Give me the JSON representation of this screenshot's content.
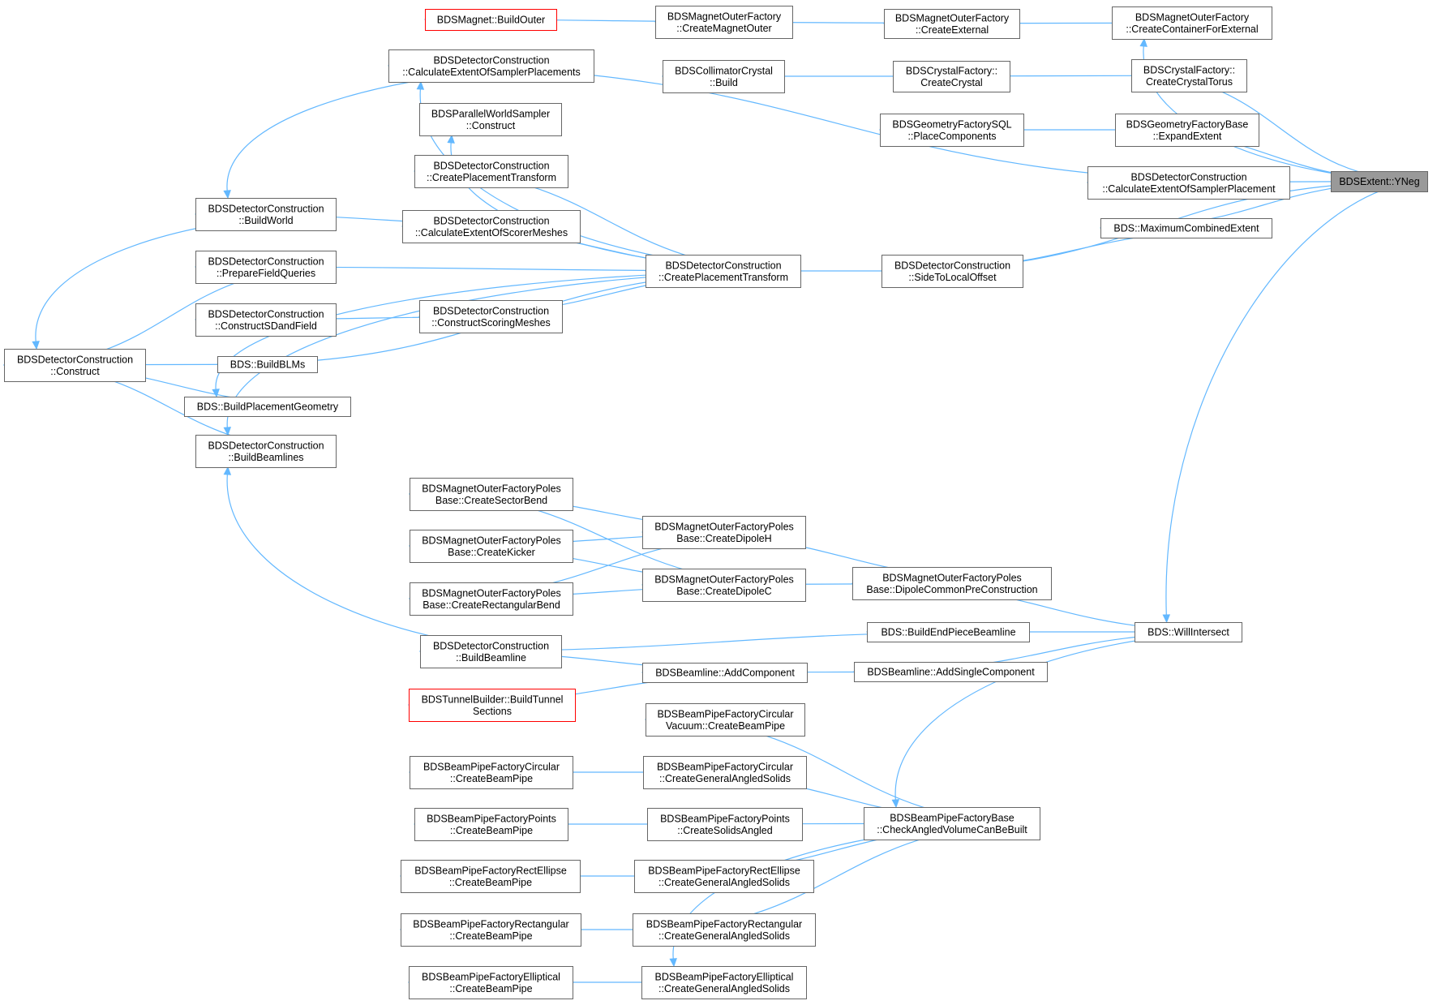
{
  "title": "",
  "colors": {
    "edge": "#63b8ff",
    "node_border": "#666666",
    "focus_fill": "#999999",
    "external_border": "#ff0000"
  },
  "nodes": {
    "yneg": {
      "lines": [
        "BDSExtent::YNeg"
      ],
      "style": "focus"
    },
    "containerExt": {
      "lines": [
        "BDSMagnetOuterFactory",
        "::CreateContainerForExternal"
      ]
    },
    "createExternal": {
      "lines": [
        "BDSMagnetOuterFactory",
        "::CreateExternal"
      ]
    },
    "createMagnetOuter": {
      "lines": [
        "BDSMagnetOuterFactory",
        "::CreateMagnetOuter"
      ]
    },
    "buildOuter": {
      "lines": [
        "BDSMagnet::BuildOuter"
      ],
      "style": "red"
    },
    "crystalTorus": {
      "lines": [
        "BDSCrystalFactory::",
        "CreateCrystalTorus"
      ]
    },
    "createCrystal": {
      "lines": [
        "BDSCrystalFactory::",
        "CreateCrystal"
      ]
    },
    "collimatorCrystal": {
      "lines": [
        "BDSCollimatorCrystal",
        "::Build"
      ]
    },
    "expandExtent": {
      "lines": [
        "BDSGeometryFactoryBase",
        "::ExpandExtent"
      ]
    },
    "placeComponents": {
      "lines": [
        "BDSGeometryFactorySQL",
        "::PlaceComponents"
      ]
    },
    "calcSamplerPlacement": {
      "lines": [
        "BDSDetectorConstruction",
        "::CalculateExtentOfSamplerPlacement"
      ]
    },
    "calcSamplerPlacements": {
      "lines": [
        "BDSDetectorConstruction",
        "::CalculateExtentOfSamplerPlacements"
      ]
    },
    "maxCombined": {
      "lines": [
        "BDS::MaximumCombinedExtent"
      ]
    },
    "sideToLocal": {
      "lines": [
        "BDSDetectorConstruction",
        "::SideToLocalOffset"
      ]
    },
    "createPlacementMain": {
      "lines": [
        "BDSDetectorConstruction",
        "::CreatePlacementTransform"
      ]
    },
    "parallelSampler": {
      "lines": [
        "BDSParallelWorldSampler",
        "::Construct"
      ]
    },
    "createPlacementSmall": {
      "lines": [
        "BDSDetectorConstruction",
        "::CreatePlacementTransform"
      ]
    },
    "scorerMeshes": {
      "lines": [
        "BDSDetectorConstruction",
        "::CalculateExtentOfScorerMeshes"
      ]
    },
    "constructScoring": {
      "lines": [
        "BDSDetectorConstruction",
        "::ConstructScoringMeshes"
      ]
    },
    "buildWorld": {
      "lines": [
        "BDSDetectorConstruction",
        "::BuildWorld"
      ]
    },
    "prepareField": {
      "lines": [
        "BDSDetectorConstruction",
        "::PrepareFieldQueries"
      ]
    },
    "constructSD": {
      "lines": [
        "BDSDetectorConstruction",
        "::ConstructSDandField"
      ]
    },
    "construct": {
      "lines": [
        "BDSDetectorConstruction",
        "::Construct"
      ]
    },
    "buildBLMs": {
      "lines": [
        "BDS::BuildBLMs"
      ]
    },
    "buildPlacementGeom": {
      "lines": [
        "BDS::BuildPlacementGeometry"
      ]
    },
    "buildBeamlines": {
      "lines": [
        "BDSDetectorConstruction",
        "::BuildBeamlines"
      ]
    },
    "willIntersect": {
      "lines": [
        "BDS::WillIntersect"
      ]
    },
    "dipoleCommon": {
      "lines": [
        "BDSMagnetOuterFactoryPoles",
        "Base::DipoleCommonPreConstruction"
      ]
    },
    "dipoleH": {
      "lines": [
        "BDSMagnetOuterFactoryPoles",
        "Base::CreateDipoleH"
      ]
    },
    "dipoleC": {
      "lines": [
        "BDSMagnetOuterFactoryPoles",
        "Base::CreateDipoleC"
      ]
    },
    "sectorBend": {
      "lines": [
        "BDSMagnetOuterFactoryPoles",
        "Base::CreateSectorBend"
      ]
    },
    "kicker": {
      "lines": [
        "BDSMagnetOuterFactoryPoles",
        "Base::CreateKicker"
      ]
    },
    "rectBend": {
      "lines": [
        "BDSMagnetOuterFactoryPoles",
        "Base::CreateRectangularBend"
      ]
    },
    "buildEndPiece": {
      "lines": [
        "BDS::BuildEndPieceBeamline"
      ]
    },
    "addSingle": {
      "lines": [
        "BDSBeamline::AddSingleComponent"
      ]
    },
    "addComponent": {
      "lines": [
        "BDSBeamline::AddComponent"
      ]
    },
    "buildBeamline": {
      "lines": [
        "BDSDetectorConstruction",
        "::BuildBeamline"
      ]
    },
    "tunnelSections": {
      "lines": [
        "BDSTunnelBuilder::BuildTunnel",
        "Sections"
      ],
      "style": "red"
    },
    "checkAngled": {
      "lines": [
        "BDSBeamPipeFactoryBase",
        "::CheckAngledVolumeCanBeBuilt"
      ]
    },
    "circVacuum": {
      "lines": [
        "BDSBeamPipeFactoryCircular",
        "Vacuum::CreateBeamPipe"
      ]
    },
    "circGeneral": {
      "lines": [
        "BDSBeamPipeFactoryCircular",
        "::CreateGeneralAngledSolids"
      ]
    },
    "circPipe": {
      "lines": [
        "BDSBeamPipeFactoryCircular",
        "::CreateBeamPipe"
      ]
    },
    "pointsAngled": {
      "lines": [
        "BDSBeamPipeFactoryPoints",
        "::CreateSolidsAngled"
      ]
    },
    "pointsPipe": {
      "lines": [
        "BDSBeamPipeFactoryPoints",
        "::CreateBeamPipe"
      ]
    },
    "rectEllGeneral": {
      "lines": [
        "BDSBeamPipeFactoryRectEllipse",
        "::CreateGeneralAngledSolids"
      ]
    },
    "rectEllPipe": {
      "lines": [
        "BDSBeamPipeFactoryRectEllipse",
        "::CreateBeamPipe"
      ]
    },
    "rectGeneral": {
      "lines": [
        "BDSBeamPipeFactoryRectangular",
        "::CreateGeneralAngledSolids"
      ]
    },
    "rectPipe": {
      "lines": [
        "BDSBeamPipeFactoryRectangular",
        "::CreateBeamPipe"
      ]
    },
    "ellGeneral": {
      "lines": [
        "BDSBeamPipeFactoryElliptical",
        "::CreateGeneralAngledSolids"
      ]
    },
    "ellPipe": {
      "lines": [
        "BDSBeamPipeFactoryElliptical",
        "::CreateBeamPipe"
      ]
    }
  },
  "edges": [
    [
      "buildOuter",
      "createMagnetOuter"
    ],
    [
      "createMagnetOuter",
      "createExternal"
    ],
    [
      "createExternal",
      "containerExt"
    ],
    [
      "containerExt",
      "yneg"
    ],
    [
      "collimatorCrystal",
      "createCrystal"
    ],
    [
      "createCrystal",
      "crystalTorus"
    ],
    [
      "crystalTorus",
      "yneg"
    ],
    [
      "placeComponents",
      "expandExtent"
    ],
    [
      "expandExtent",
      "yneg"
    ],
    [
      "calcSamplerPlacements",
      "calcSamplerPlacement"
    ],
    [
      "calcSamplerPlacement",
      "yneg"
    ],
    [
      "maxCombined",
      "yneg"
    ],
    [
      "sideToLocal",
      "yneg"
    ],
    [
      "sideToLocal",
      "maxCombined"
    ],
    [
      "createPlacementMain",
      "sideToLocal"
    ],
    [
      "calcSamplerPlacements",
      "createPlacementMain"
    ],
    [
      "parallelSampler",
      "createPlacementMain"
    ],
    [
      "createPlacementSmall",
      "createPlacementMain"
    ],
    [
      "scorerMeshes",
      "createPlacementMain"
    ],
    [
      "prepareField",
      "createPlacementMain"
    ],
    [
      "constructScoring",
      "createPlacementMain"
    ],
    [
      "buildBLMs",
      "createPlacementMain"
    ],
    [
      "buildPlacementGeom",
      "createPlacementMain"
    ],
    [
      "buildBeamlines",
      "createPlacementMain"
    ],
    [
      "buildWorld",
      "calcSamplerPlacements"
    ],
    [
      "buildWorld",
      "scorerMeshes"
    ],
    [
      "constructSD",
      "constructScoring"
    ],
    [
      "construct",
      "buildWorld"
    ],
    [
      "construct",
      "prepareField"
    ],
    [
      "construct",
      "buildBLMs"
    ],
    [
      "construct",
      "buildPlacementGeom"
    ],
    [
      "construct",
      "buildBeamlines"
    ],
    [
      "buildBeamlines",
      "buildBeamline"
    ],
    [
      "willIntersect",
      "yneg"
    ],
    [
      "dipoleCommon",
      "willIntersect"
    ],
    [
      "buildEndPiece",
      "willIntersect"
    ],
    [
      "addSingle",
      "willIntersect"
    ],
    [
      "checkAngled",
      "willIntersect"
    ],
    [
      "dipoleH",
      "dipoleCommon"
    ],
    [
      "dipoleC",
      "dipoleCommon"
    ],
    [
      "sectorBend",
      "dipoleH"
    ],
    [
      "sectorBend",
      "dipoleC"
    ],
    [
      "kicker",
      "dipoleH"
    ],
    [
      "kicker",
      "dipoleC"
    ],
    [
      "rectBend",
      "dipoleH"
    ],
    [
      "rectBend",
      "dipoleC"
    ],
    [
      "buildBeamline",
      "buildEndPiece"
    ],
    [
      "buildBeamline",
      "addComponent"
    ],
    [
      "addComponent",
      "addSingle"
    ],
    [
      "tunnelSections",
      "addComponent"
    ],
    [
      "circVacuum",
      "checkAngled"
    ],
    [
      "circGeneral",
      "checkAngled"
    ],
    [
      "pointsAngled",
      "checkAngled"
    ],
    [
      "rectEllGeneral",
      "checkAngled"
    ],
    [
      "rectGeneral",
      "checkAngled"
    ],
    [
      "ellGeneral",
      "checkAngled"
    ],
    [
      "circPipe",
      "circGeneral"
    ],
    [
      "pointsPipe",
      "pointsAngled"
    ],
    [
      "rectEllPipe",
      "rectEllGeneral"
    ],
    [
      "rectPipe",
      "rectGeneral"
    ],
    [
      "ellPipe",
      "ellGeneral"
    ]
  ]
}
